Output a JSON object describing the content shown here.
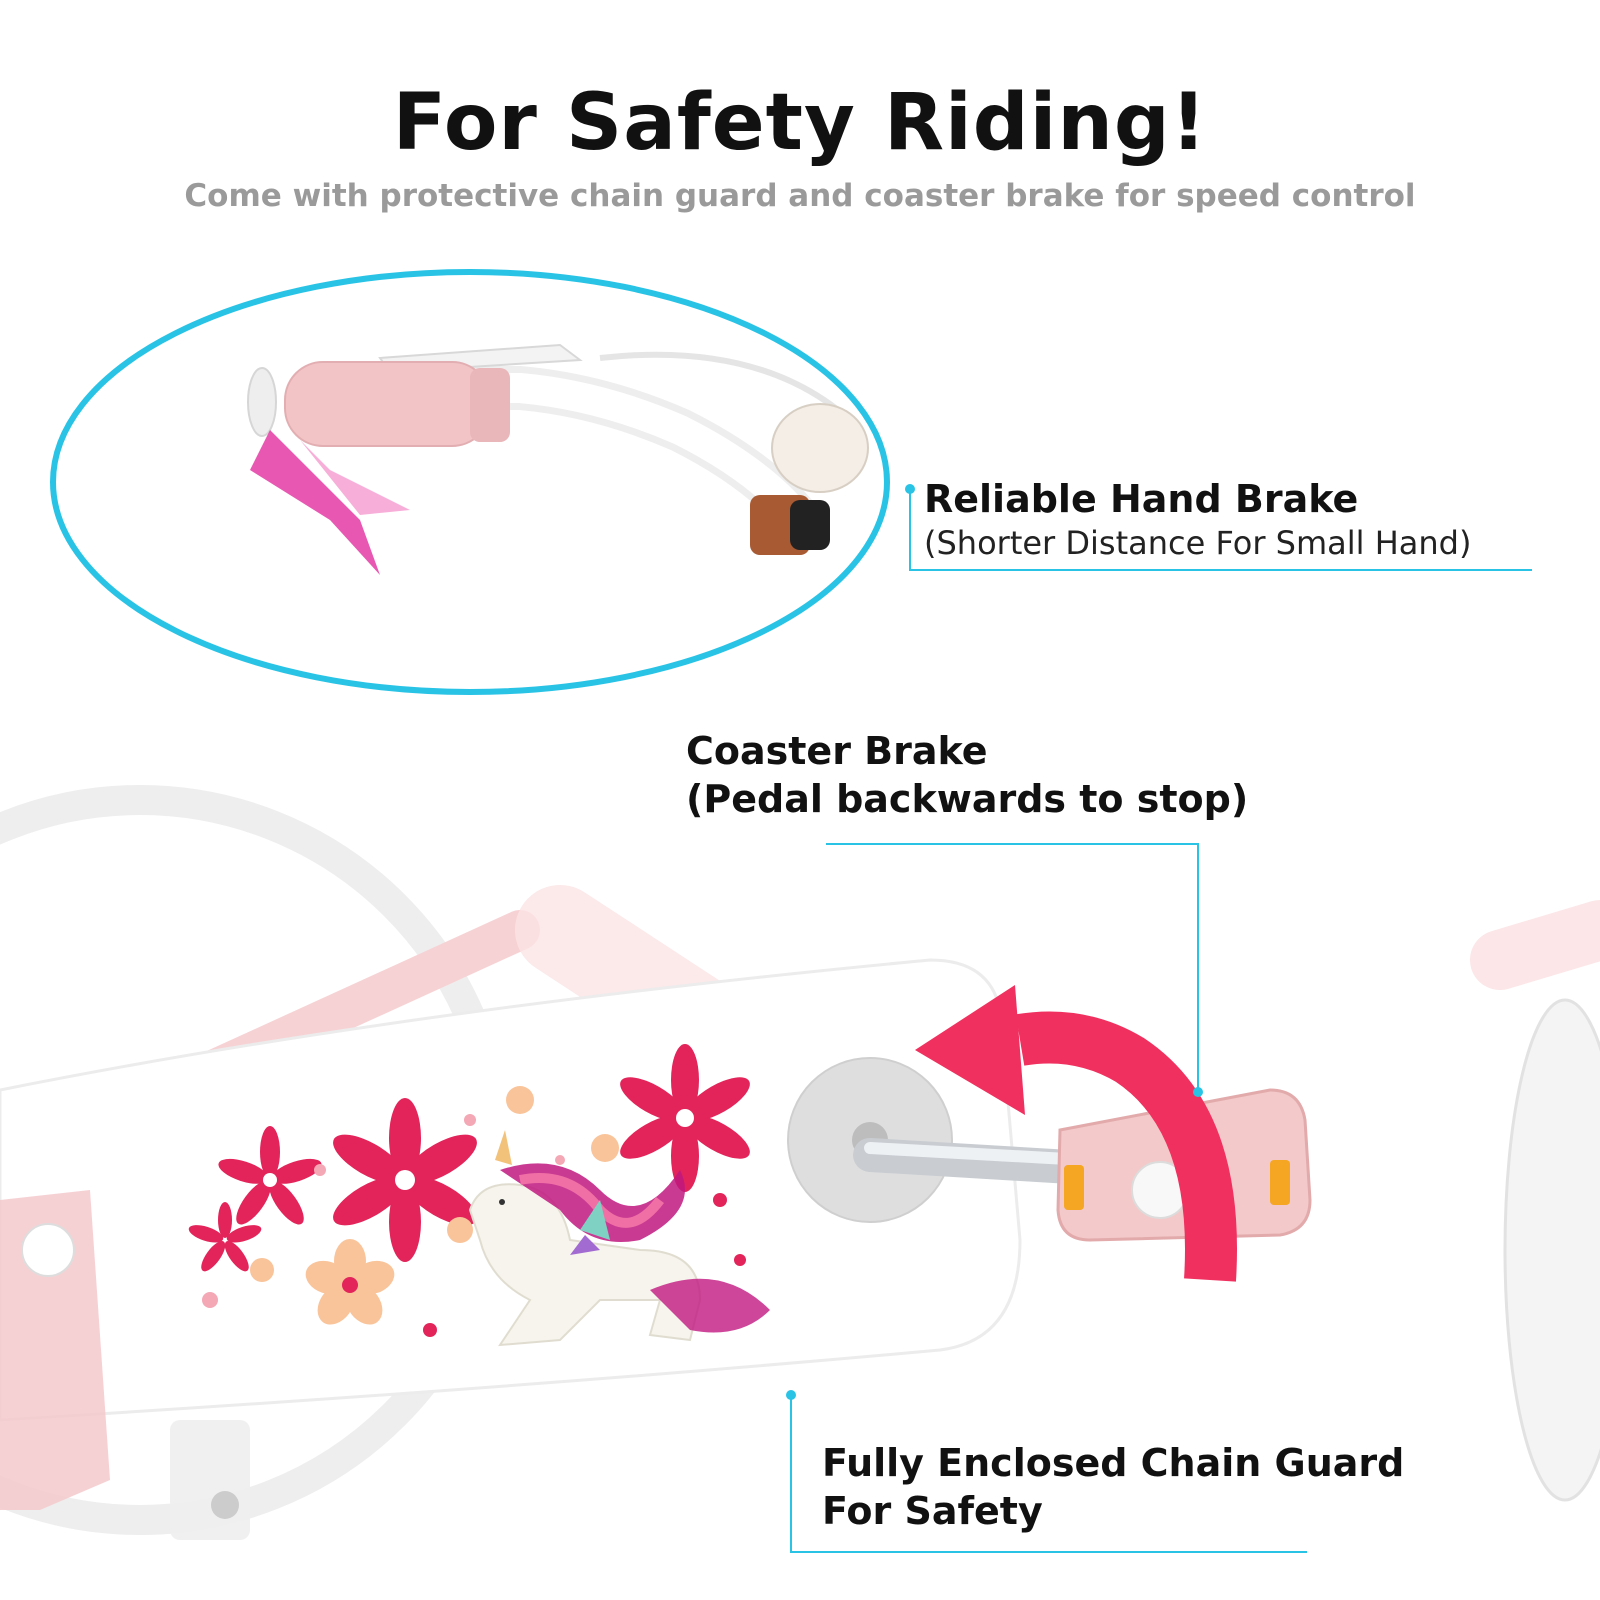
{
  "header": {
    "title": "For Safety Riding!",
    "subtitle": "Come with protective chain guard and coaster brake for speed control"
  },
  "callouts": {
    "hand_brake": {
      "title": "Reliable Hand Brake",
      "subtitle": "(Shorter Distance For Small Hand)"
    },
    "coaster_brake": {
      "line1": "Coaster Brake",
      "line2": "(Pedal backwards to stop)"
    },
    "chain_guard": {
      "line1": "Fully Enclosed Chain Guard",
      "line2": "For Safety"
    }
  },
  "colors": {
    "accent_line": "#29c3e6",
    "arrow": "#f0305f",
    "grip": "#f2c4c6",
    "frame_pink": "#f7d2d4",
    "ribbon": "#e0209a"
  },
  "icons": {
    "rotation_arrow": "curved-arrow-counterclockwise-icon"
  }
}
